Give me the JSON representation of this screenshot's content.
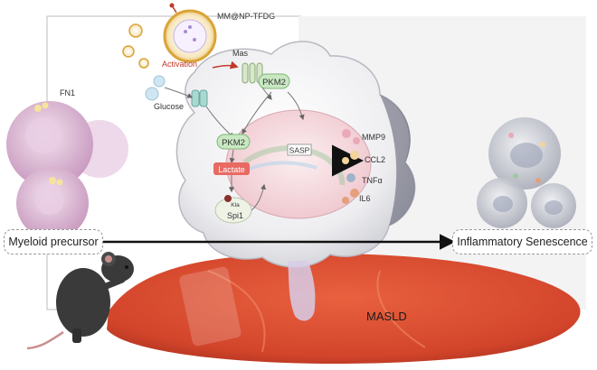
{
  "labels": {
    "nanoparticle": "MM@NP-TFDG",
    "mas": "Mas",
    "activation": "Activation",
    "glucose": "Glucose",
    "pkm2_membrane": "PKM2",
    "pkm2_cytosol": "PKM2",
    "lactate": "Lactate",
    "kla": "Kla",
    "spi1": "Spi1",
    "sasp": "SASP",
    "fn1": "FN1",
    "myeloid_precursor": "Myeloid precursor",
    "inflammatory_senescence": "Inflammatory Senescence",
    "masld": "MASLD"
  },
  "cytokines": [
    {
      "name": "MMP9",
      "color": "#e9a9b6"
    },
    {
      "name": "CCL2",
      "color": "#f2d59a"
    },
    {
      "name": "TNFα",
      "color": "#9fb4c8"
    },
    {
      "name": "IL6",
      "color": "#e3a07a"
    }
  ],
  "colors": {
    "cell": "#f1f1f3",
    "nucleus": "#f6dfe3",
    "liver": "#d9482c",
    "pkm2": "#c9e8c2",
    "lactate": "#e96a63",
    "activation": "#c0392b",
    "sasp_arrow": "#2e3a6b"
  }
}
